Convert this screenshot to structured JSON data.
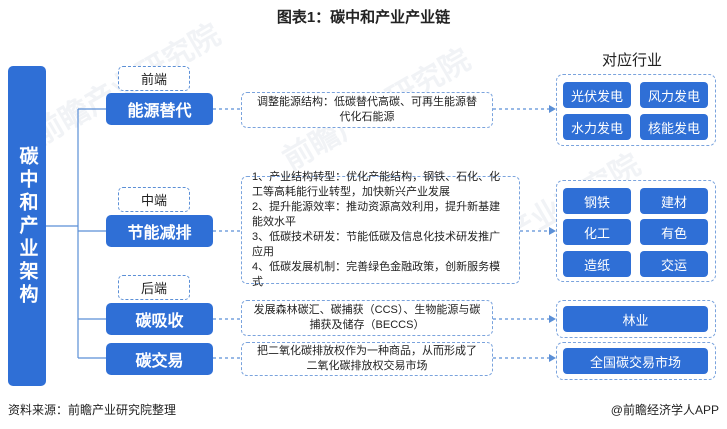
{
  "title": "图表1：碳中和产业产业链",
  "root_label": "碳中和产业架构",
  "industry_header": "对应行业",
  "stages": {
    "front": "前端",
    "middle": "中端",
    "back": "后端"
  },
  "categories": [
    {
      "label": "能源替代",
      "description": [
        "调整能源结构：低碳替代高碳、可再生能源替代化石能源"
      ],
      "industries": [
        "光伏发电",
        "风力发电",
        "水力发电",
        "核能发电"
      ]
    },
    {
      "label": "节能减排",
      "description": [
        "1、产业结构转型：优化产能结构，钢铁、石化、化工等高耗能行业转型，加快新兴产业发展",
        "2、提升能源效率：推动资源高效利用，提升新基建能效水平",
        "3、低碳技术研发：节能低碳及信息化技术研发推广应用",
        "4、低碳发展机制：完善绿色金融政策，创新服务模式"
      ],
      "industries": [
        "钢铁",
        "建材",
        "化工",
        "有色",
        "造纸",
        "交运"
      ]
    },
    {
      "label": "碳吸收",
      "description": [
        "发展森林碳汇、碳捕获（CCS）、生物能源与碳捕获及储存（BECCS）"
      ],
      "industries": [
        "林业"
      ]
    },
    {
      "label": "碳交易",
      "description": [
        "把二氧化碳排放权作为一种商品，从而形成了二氧化碳排放权交易市场"
      ],
      "industries": [
        "全国碳交易市场"
      ]
    }
  ],
  "watermark": "前瞻产业研究院",
  "footer": {
    "source": "资料来源：前瞻产业研究院整理",
    "brand": "@前瞻经济学人APP"
  }
}
